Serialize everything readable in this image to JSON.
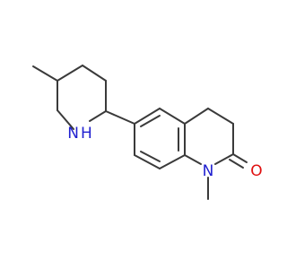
{
  "molecule": {
    "atoms": {
      "nh": {
        "label": "N",
        "sub": "H",
        "color": "#1f1fd0"
      },
      "n1": {
        "label": "N",
        "color": "#1f1fd0"
      },
      "o": {
        "label": "O",
        "color": "#e01010"
      }
    }
  }
}
